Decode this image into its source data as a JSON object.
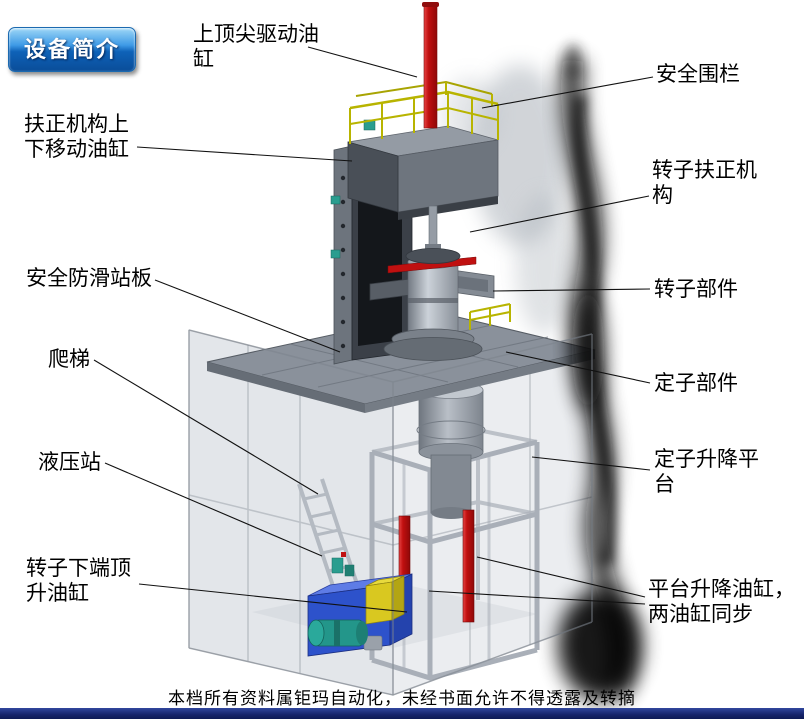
{
  "badge": {
    "label": "设备简介"
  },
  "labels": {
    "top_drive_cylinder": "上顶尖驱动油缸",
    "safety_fence": "安全围栏",
    "centering_updown_cylinder": "扶正机构上下移动油缸",
    "rotor_centering_mechanism": "转子扶正机构",
    "antislip_standing_board": "安全防滑站板",
    "rotor_component": "转子部件",
    "ladder": "爬梯",
    "stator_component": "定子部件",
    "hydraulic_station": "液压站",
    "stator_lift_platform": "定子升降平台",
    "rotor_bottom_jack_cylinder": "转子下端顶升油缸",
    "platform_lift_cylinders": "平台升降油缸，两油缸同步"
  },
  "footer": {
    "text": "本档所有资料属钜玛自动化，未经书面允许不得透露及转摘"
  },
  "diagram_colors": {
    "oil_cylinder_red": "#c01010",
    "railing_yellow": "#b8b400",
    "hydraulic_blue": "#2d52cb",
    "pump_teal": "#23968a",
    "steel_gray": "#8a919b",
    "badge_blue": "#0e62b8"
  }
}
